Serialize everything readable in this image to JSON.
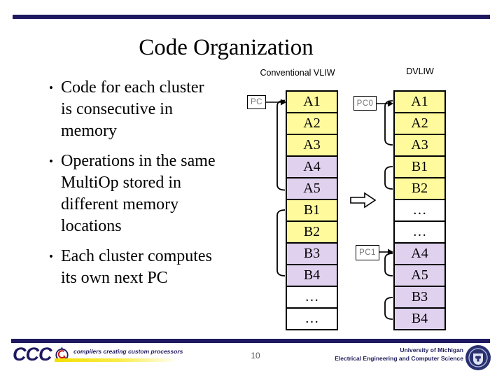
{
  "slide": {
    "title": "Code Organization",
    "page_number": "10",
    "bullet_marker": "•",
    "bullets": [
      {
        "text": "Code for each cluster\nis consecutive in\nmemory"
      },
      {
        "text": "Operations in the same\nMultiOp stored in\ndifferent memory\nlocations"
      },
      {
        "text": "Each cluster computes\nits own next PC"
      }
    ]
  },
  "diagram": {
    "left_label": "Conventional VLIW",
    "right_label": "DVLIW",
    "pc_label": "PC",
    "pc0_label": "PC0",
    "pc1_label": "PC1",
    "colors": {
      "cluster0": "#FFFB9D",
      "cluster1": "#E0D1EF",
      "empty": "#FFFFFF",
      "accent_bar": "#1E1960"
    },
    "conventional_cells": [
      {
        "label": "A1",
        "color": "cluster0"
      },
      {
        "label": "A2",
        "color": "cluster0"
      },
      {
        "label": "A3",
        "color": "cluster0"
      },
      {
        "label": "A4",
        "color": "cluster1"
      },
      {
        "label": "A5",
        "color": "cluster1"
      },
      {
        "label": "B1",
        "color": "cluster0"
      },
      {
        "label": "B2",
        "color": "cluster0"
      },
      {
        "label": "B3",
        "color": "cluster1"
      },
      {
        "label": "B4",
        "color": "cluster1"
      },
      {
        "label": "…",
        "color": "empty"
      },
      {
        "label": "…",
        "color": "empty"
      }
    ],
    "dvliw_cells": [
      {
        "label": "A1",
        "color": "cluster0"
      },
      {
        "label": "A2",
        "color": "cluster0"
      },
      {
        "label": "A3",
        "color": "cluster0"
      },
      {
        "label": "B1",
        "color": "cluster0"
      },
      {
        "label": "B2",
        "color": "cluster0"
      },
      {
        "label": "…",
        "color": "empty"
      },
      {
        "label": "…",
        "color": "empty"
      },
      {
        "label": "A4",
        "color": "cluster1"
      },
      {
        "label": "A5",
        "color": "cluster1"
      },
      {
        "label": "B3",
        "color": "cluster1"
      },
      {
        "label": "B4",
        "color": "cluster1"
      }
    ]
  },
  "footer": {
    "logo_text": "CCC",
    "tagline": "compilers creating custom processors",
    "affiliation_line1": "University of Michigan",
    "affiliation_line2": "Electrical Engineering and Computer Science"
  }
}
